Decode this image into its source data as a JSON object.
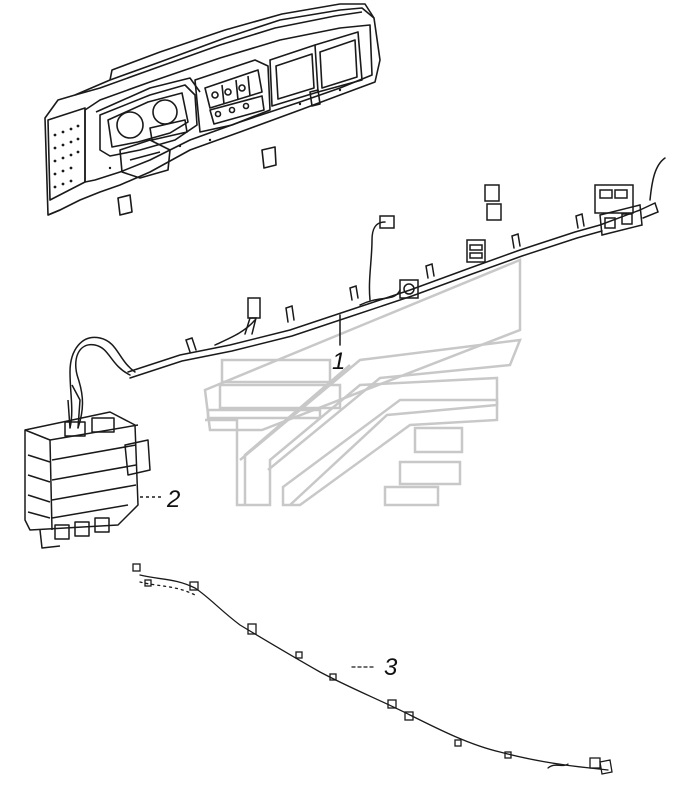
{
  "diagram": {
    "callouts": [
      {
        "id": "harness-main",
        "label": "1"
      },
      {
        "id": "control-unit",
        "label": "2"
      },
      {
        "id": "harness-lower",
        "label": "3"
      }
    ],
    "colors": {
      "line": "#1a1a1a",
      "background": "#ffffff",
      "watermark": "#c8c8c8"
    },
    "watermark_icon": "chevron-logo-icon"
  }
}
